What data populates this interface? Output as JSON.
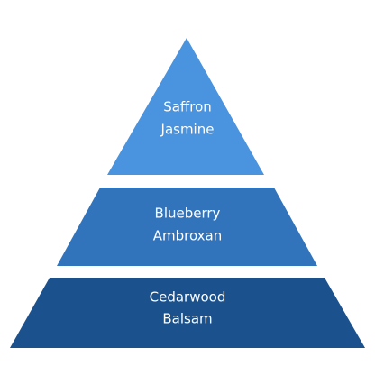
{
  "pyramid": {
    "tiers": [
      {
        "lines": [
          "Saffron",
          "Jasmine"
        ],
        "color": "#4a93de"
      },
      {
        "lines": [
          "Blueberry",
          "Ambroxan"
        ],
        "color": "#3274bc"
      },
      {
        "lines": [
          "Cedarwood",
          "Balsam"
        ],
        "color": "#1b528e"
      }
    ]
  }
}
